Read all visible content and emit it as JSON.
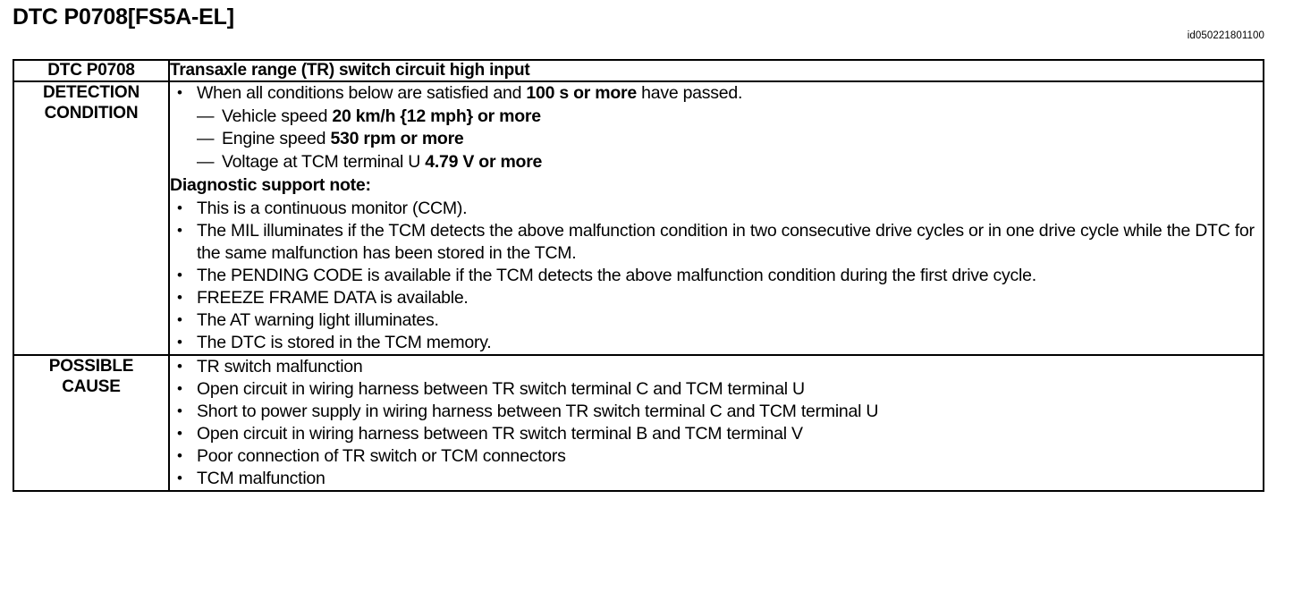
{
  "header": {
    "title": "DTC P0708[FS5A-EL]",
    "doc_id": "id050221801100"
  },
  "table": {
    "head": {
      "code": "DTC P0708",
      "description": "Transaxle range (TR) switch circuit high input"
    },
    "detection": {
      "label_line1": "DETECTION",
      "label_line2": "CONDITION",
      "intro_bullet": {
        "text_before": "When all conditions below are satisfied and ",
        "bold": "100 s or more",
        "text_after": " have passed."
      },
      "sub_conditions": [
        {
          "normal": "Vehicle speed ",
          "bold": "20 km/h {12 mph} or more"
        },
        {
          "normal": "Engine speed ",
          "bold": "530 rpm or more"
        },
        {
          "normal": "Voltage at TCM terminal U ",
          "bold": "4.79 V or more"
        }
      ],
      "note_heading": "Diagnostic support note:",
      "note_bullets": [
        "This is a continuous monitor (CCM).",
        "The MIL illuminates if the TCM detects the above malfunction condition in two consecutive drive cycles or in one drive cycle while the DTC for the same malfunction has been stored in the TCM.",
        "The PENDING CODE is available if the TCM detects the above malfunction condition during the first drive cycle.",
        "FREEZE FRAME DATA is available.",
        "The AT warning light illuminates.",
        "The DTC is stored in the TCM memory."
      ]
    },
    "possible_cause": {
      "label_line1": "POSSIBLE",
      "label_line2": "CAUSE",
      "bullets": [
        "TR switch malfunction",
        "Open circuit in wiring harness between TR switch terminal C and TCM terminal U",
        "Short to power supply in wiring harness between TR switch terminal C and TCM terminal U",
        "Open circuit in wiring harness between TR switch terminal B and TCM terminal V",
        "Poor connection of TR switch or TCM connectors",
        "TCM malfunction"
      ]
    }
  }
}
